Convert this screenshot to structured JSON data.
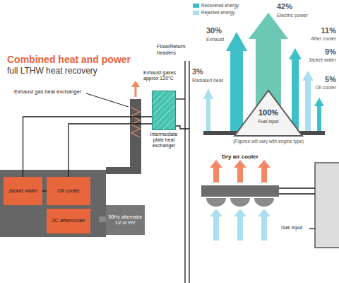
{
  "diagram": {
    "title": "Combined heat and power",
    "nodes": [
      {
        "text": [
          "Jacket water"
        ]
      },
      {
        "text": [
          "Oil cooler"
        ]
      },
      {
        "text": [
          "2C aftercooler"
        ]
      },
      {
        "text": [
          "50Hz alternator LV or HV"
        ]
      },
      {
        "text": [
          "Intermediate plate heat exchanger"
        ]
      },
      {
        "text": [
          "Dry air cooler"
        ]
      }
    ],
    "edges": [
      {
        "from": 0,
        "to": 1,
        "arrow": "none"
      },
      {
        "from": 0,
        "to": 4,
        "arrow": "none"
      },
      {
        "from": 1,
        "to": 4,
        "arrow": "none"
      }
    ],
    "labels": [
      "full LTHW heat recovery",
      "Exhaust gas heat exchanger",
      "Exhaust gases approx 120°C",
      "Flow/Return headers",
      "30%",
      "Exhaust",
      "42%",
      "Electric power",
      "11%",
      "After cooler",
      "9%",
      "Jacket water",
      "5%",
      "Oil cooler",
      "3%",
      "Radiated heat",
      "100%",
      "Fuel input",
      "(Figures will vary with engine type)",
      "Gas input"
    ],
    "legend": [
      {
        "text": "Recovered energy",
        "color": "#3fbfc8"
      },
      {
        "text": "Rejected energy",
        "color": "#a9dff0"
      }
    ]
  }
}
